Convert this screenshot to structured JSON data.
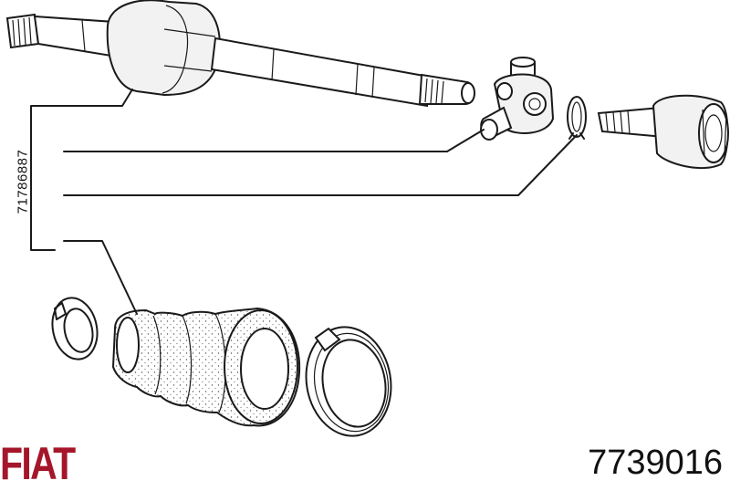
{
  "diagram": {
    "part_number_label": "71786887",
    "brand_logo_text": "FIAT",
    "reference_number": "7739016",
    "colors": {
      "line": "#1a1a1a",
      "brand": "#a5162a",
      "background": "#ffffff"
    }
  }
}
